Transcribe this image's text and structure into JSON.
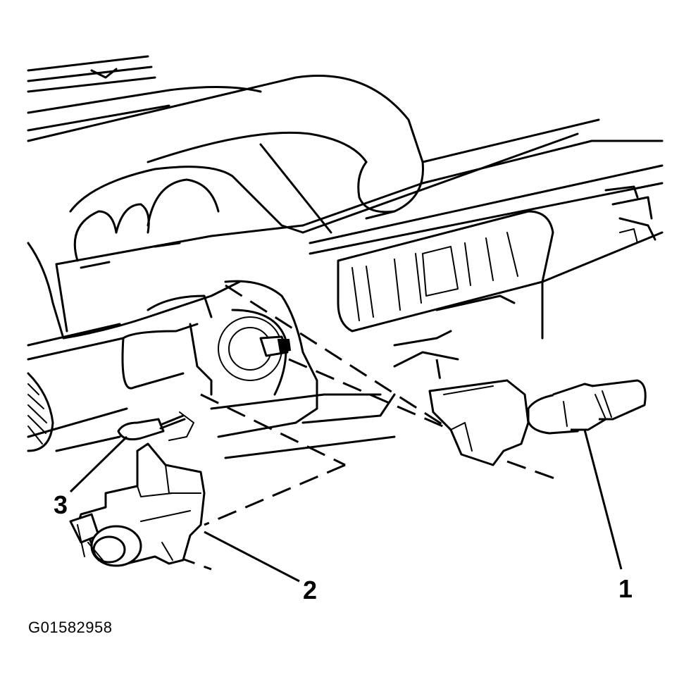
{
  "figure_id": "G01582958",
  "callouts": {
    "c1": "1",
    "c2": "2",
    "c3": "3"
  },
  "parts": {
    "p1": "multifunction-switch-lever-icon",
    "p2": "ignition-switch-assembly-icon",
    "p3": "screwdriver-icon"
  }
}
